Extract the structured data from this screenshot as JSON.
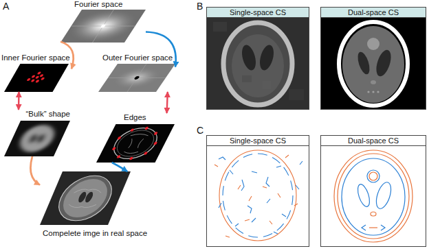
{
  "diagram": {
    "nodes": [
      {
        "text": [
          "Fourier space"
        ]
      },
      {
        "text": [
          "Inner Fourier space"
        ]
      },
      {
        "text": [
          "Outer Fourier space"
        ]
      },
      {
        "text": [
          "“Bulk” shape"
        ]
      },
      {
        "text": [
          "Edges"
        ]
      },
      {
        "text": [
          "Compelete imge in real space"
        ]
      },
      {
        "text": [
          "Single-space CS"
        ]
      },
      {
        "text": [
          "Dual-space CS"
        ]
      },
      {
        "text": [
          "Single-space CS"
        ]
      },
      {
        "text": [
          "Dual-space CS"
        ]
      }
    ],
    "edges": [
      {
        "from": 0,
        "to": 2,
        "arrow": "to"
      },
      {
        "from": 0,
        "to": 1,
        "arrow": "to"
      },
      {
        "from": 1,
        "to": 3,
        "arrow": "both"
      },
      {
        "from": 2,
        "to": 4,
        "arrow": "both"
      },
      {
        "from": 3,
        "to": 5,
        "arrow": "to"
      },
      {
        "from": 4,
        "to": 5,
        "arrow": "to"
      }
    ],
    "labels": [
      "A",
      "B",
      "C"
    ]
  }
}
